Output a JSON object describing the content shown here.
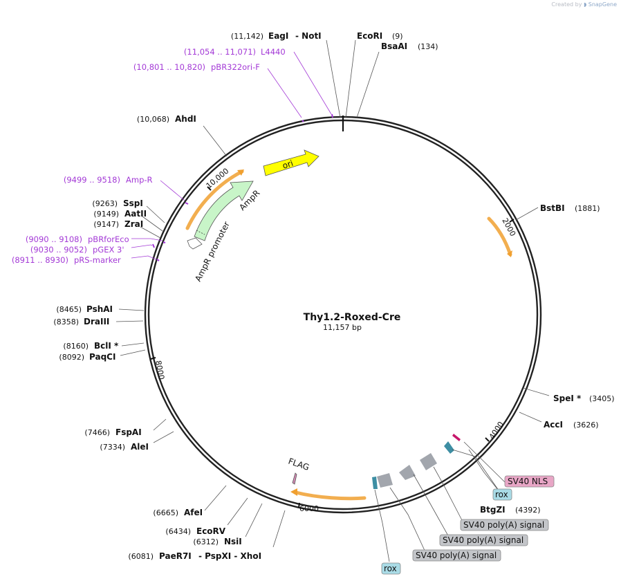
{
  "credit": {
    "prefix": "Created by",
    "brand": "SnapGene"
  },
  "plasmid": {
    "name": "Thy1.2-Roxed-Cre",
    "size": "11,157 bp"
  },
  "ticks": [
    "2000",
    "4000",
    "6000",
    "8000",
    "10,000"
  ],
  "enzymes": [
    {
      "pos": "(11,142)",
      "name": "EagI",
      "extra": "- NotI"
    },
    {
      "pos": "(9)",
      "name": "EcoRI"
    },
    {
      "pos": "(134)",
      "name": "BsaAI"
    },
    {
      "pos": "(10,068)",
      "name": "AhdI"
    },
    {
      "pos": "(1881)",
      "name": "BstBI"
    },
    {
      "pos": "(9263)",
      "name": "SspI"
    },
    {
      "pos": "(9149)",
      "name": "AatII"
    },
    {
      "pos": "(9147)",
      "name": "ZraI"
    },
    {
      "pos": "(8465)",
      "name": "PshAI"
    },
    {
      "pos": "(8358)",
      "name": "DraIII"
    },
    {
      "pos": "(8160)",
      "name": "BclI *"
    },
    {
      "pos": "(8092)",
      "name": "PaqCI"
    },
    {
      "pos": "(3405)",
      "name": "SpeI *"
    },
    {
      "pos": "(3626)",
      "name": "AccI"
    },
    {
      "pos": "(7466)",
      "name": "FspAI"
    },
    {
      "pos": "(7334)",
      "name": "AleI"
    },
    {
      "pos": "(4392)",
      "name": "BtgZI"
    },
    {
      "pos": "(6665)",
      "name": "AfeI"
    },
    {
      "pos": "(6434)",
      "name": "EcoRV"
    },
    {
      "pos": "(6312)",
      "name": "NsiI"
    },
    {
      "pos": "(6081)",
      "name": "PaeR7I",
      "extra": "- PspXI - XhoI"
    }
  ],
  "primers": [
    {
      "pos": "(11,054 .. 11,071)",
      "name": "L4440"
    },
    {
      "pos": "(10,801 .. 10,820)",
      "name": "pBR322ori-F"
    },
    {
      "pos": "(9499 .. 9518)",
      "name": "Amp-R"
    },
    {
      "pos": "(9090 .. 9108)",
      "name": "pBRforEco"
    },
    {
      "pos": "(9030 .. 9052)",
      "name": "pGEX 3'"
    },
    {
      "pos": "(8911 .. 8930)",
      "name": "pRS-marker"
    }
  ],
  "features": {
    "ori": "ori",
    "ampr": "AmpR",
    "ampr_promoter": "AmpR promoter",
    "flag": "FLAG"
  },
  "boxes": [
    {
      "label": "SV40 NLS",
      "color": "#e8a6c6"
    },
    {
      "label": "rox",
      "color": "#a9dbe6"
    },
    {
      "label": "SV40 poly(A) signal",
      "color": "#c3c5c9"
    },
    {
      "label": "SV40 poly(A) signal",
      "color": "#c3c5c9"
    },
    {
      "label": "SV40 poly(A) signal",
      "color": "#c3c5c9"
    },
    {
      "label": "rox",
      "color": "#a9dbe6"
    }
  ],
  "colors": {
    "primer": "#a339d6",
    "ori": "#ffff00",
    "ampr": "#c8f5c8",
    "orf": "#f0a030"
  }
}
